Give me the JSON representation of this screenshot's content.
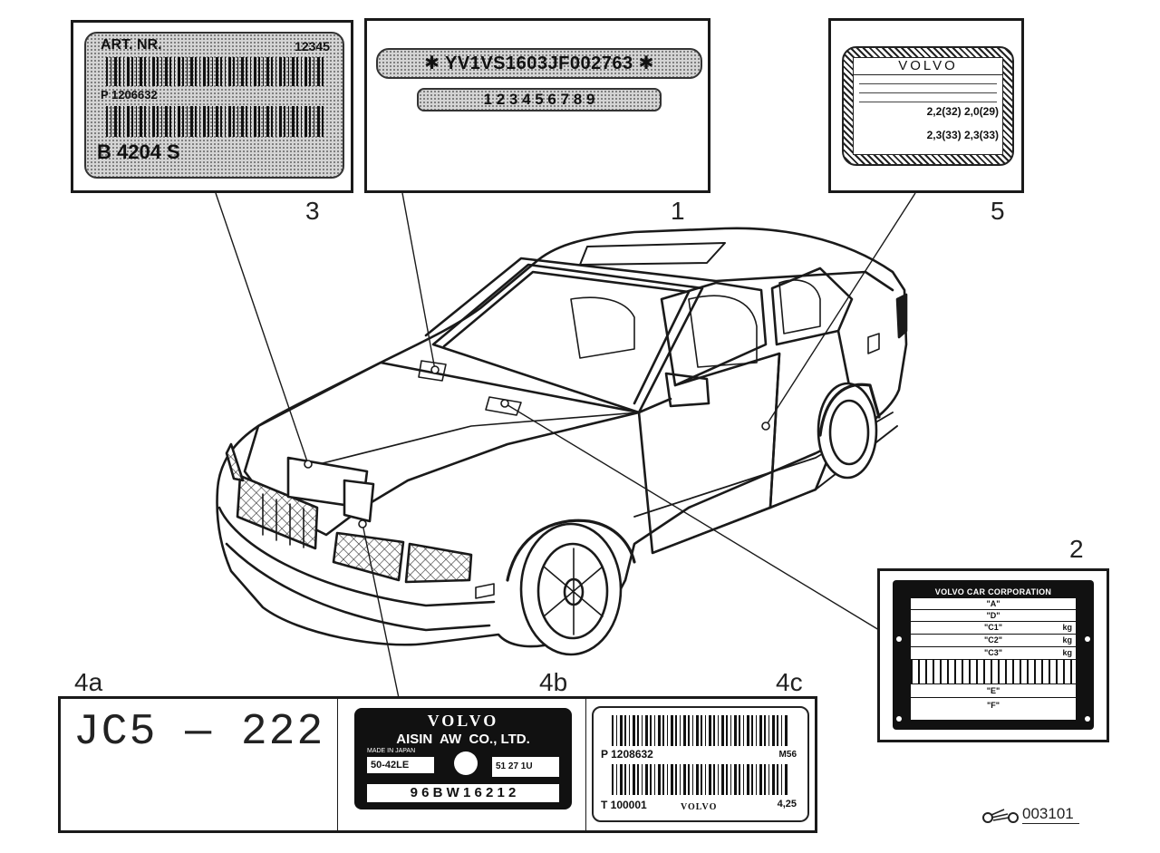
{
  "callouts": {
    "n1": "1",
    "n2": "2",
    "n3": "3",
    "n4a": "4a",
    "n4b": "4b",
    "n4c": "4c",
    "n5": "5"
  },
  "plate3": {
    "art_label": "ART. NR.",
    "art_value": "12345",
    "p_value": "P 1206632",
    "engine_code": "B 4204 S"
  },
  "plate1": {
    "vin": "✱ YV1VS1603JF002763 ✱",
    "digits": "1 2 3 4 5 6 7 8 9"
  },
  "plate5": {
    "brand": "VOLVO",
    "row_front_value": "2,2(32) 2,0(29)",
    "row_rear_value": "2,3(33) 2,3(33)"
  },
  "plate2": {
    "title": "VOLVO CAR CORPORATION",
    "row_a": "\"A\"",
    "row_d": "\"D\"",
    "row_c1": "\"C1\"",
    "row_c2": "\"C2\"",
    "row_c3": "\"C3\"",
    "unit_kg": "kg",
    "row_e": "\"E\"",
    "row_f": "\"F\""
  },
  "plate4a": {
    "code": "JC5 — 222"
  },
  "plate4b": {
    "brand": "VOLVO",
    "maker": "AISIN  AW  CO., LTD.",
    "made_in": "MADE IN JAPAN",
    "model": "50-42LE",
    "date": "51 27 1U",
    "serial": "9 6 B W 1 6 2 1 2"
  },
  "plate4c": {
    "p_value": "P 1208632",
    "right_code": "M56",
    "t_value": "T 100001",
    "brand": "VOLVO",
    "ratio": "4,25"
  },
  "figure_id": "003101",
  "colors": {
    "ink": "#1a1a1a",
    "plate_bg": "#d4d4d4",
    "dark_plate": "#111111"
  }
}
